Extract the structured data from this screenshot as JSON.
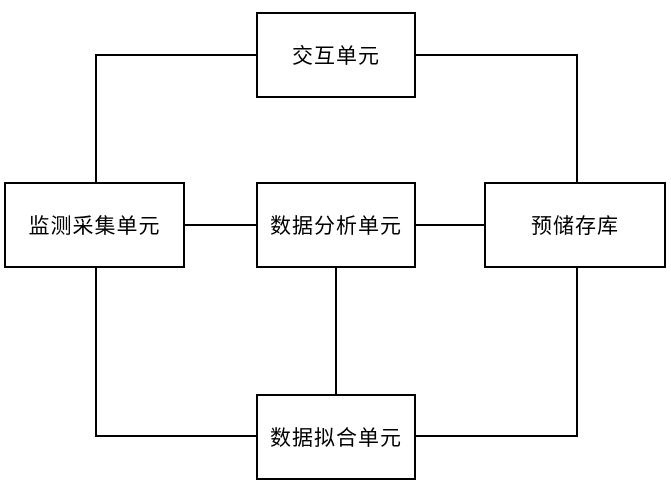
{
  "diagram": {
    "nodes": {
      "interaction": "交互单元",
      "monitor": "监测采集单元",
      "analysis": "数据分析单元",
      "storage": "预储存库",
      "fitting": "数据拟合单元"
    },
    "edges": [
      [
        "monitor",
        "interaction"
      ],
      [
        "interaction",
        "storage"
      ],
      [
        "monitor",
        "analysis"
      ],
      [
        "analysis",
        "storage"
      ],
      [
        "analysis",
        "fitting"
      ],
      [
        "monitor",
        "fitting"
      ],
      [
        "storage",
        "fitting"
      ]
    ]
  }
}
